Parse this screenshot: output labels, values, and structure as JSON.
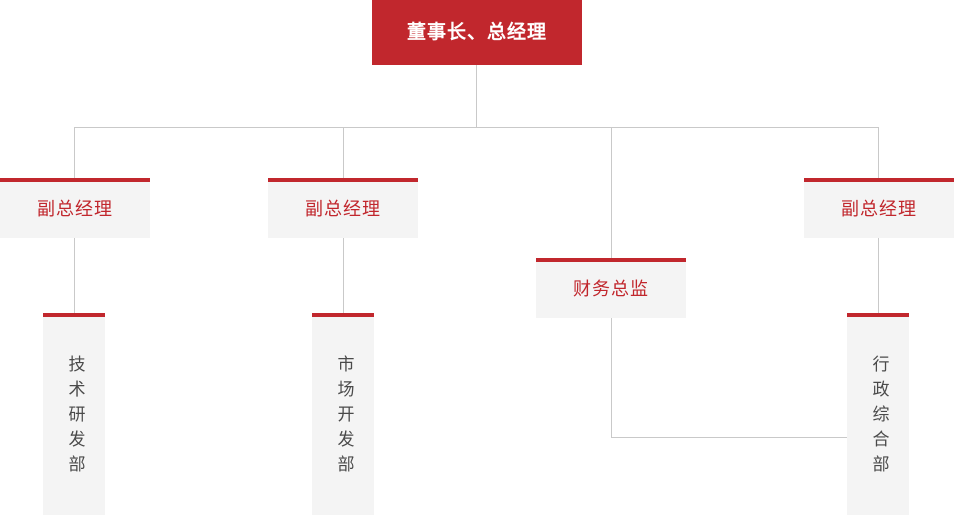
{
  "chart": {
    "type": "org-chart",
    "title": "",
    "background_color": "#ffffff",
    "accent_color": "#c1272d",
    "box_fill_color": "#f4f4f4",
    "connector_color": "#c9c9c9",
    "dept_text_color": "#4a4a4a"
  },
  "nodes": {
    "root": {
      "label": "董事长、总经理"
    },
    "level2": [
      {
        "label": "副总经理"
      },
      {
        "label": "副总经理"
      },
      {
        "label": "财务总监"
      },
      {
        "label": "副总经理"
      }
    ],
    "departments": [
      {
        "label": "技术研发部"
      },
      {
        "label": "市场开发部"
      },
      {
        "label": "行政综合部"
      }
    ]
  }
}
